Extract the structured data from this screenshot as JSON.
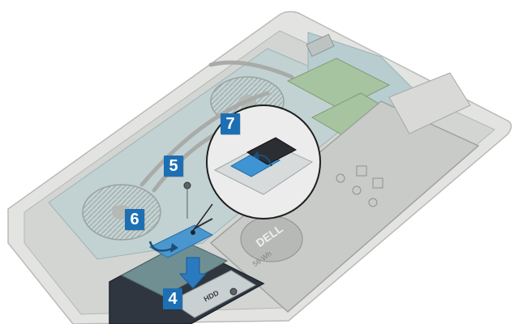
{
  "callouts": [
    {
      "id": "4",
      "label": "4"
    },
    {
      "id": "5",
      "label": "5"
    },
    {
      "id": "6",
      "label": "6"
    },
    {
      "id": "7",
      "label": "7"
    }
  ],
  "logo": {
    "text": "DELL",
    "capacity": "56 Wh"
  },
  "drive_label": "HDD",
  "colors": {
    "callout": "#1d6fb3",
    "arrow": "#2a7ac0",
    "chassis": "#d6d8d6",
    "board": "#9fc4c6",
    "battery": "#bfc1bf",
    "ram": "#8fb489"
  },
  "icons": [
    "screw-icon",
    "ribbon-cable",
    "hard-drive",
    "battery",
    "heat-pipe",
    "fan",
    "ram-module",
    "wlan-card"
  ]
}
